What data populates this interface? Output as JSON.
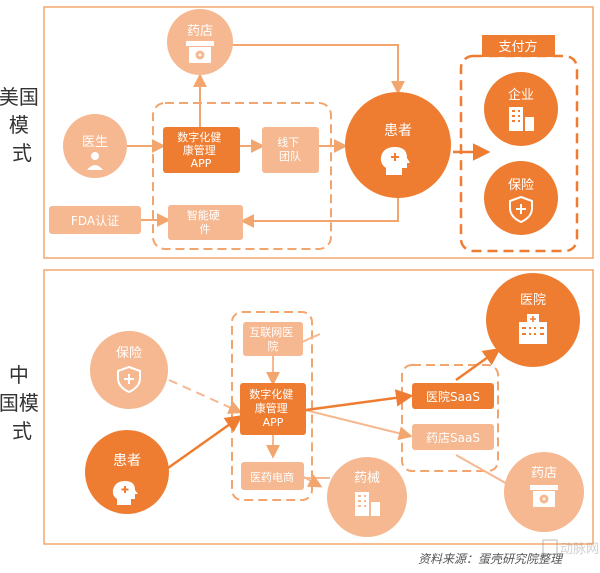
{
  "us": {
    "title_lines": [
      "美国",
      "模",
      "式"
    ],
    "pharmacy": "药店",
    "doctor": "医生",
    "app_lines": [
      "数字化健",
      "康管理",
      "APP"
    ],
    "offline_lines": [
      "线下",
      "团队"
    ],
    "fda": "FDA认证",
    "hardware_lines": [
      "智能硬",
      "件"
    ],
    "patient": "患者",
    "payer_title": "支付方",
    "enterprise": "企业",
    "insurance": "保险"
  },
  "cn": {
    "title_lines": [
      "中",
      "国模",
      "式"
    ],
    "insurance": "保险",
    "patient": "患者",
    "internet_hospital_lines": [
      "互联网医",
      "院"
    ],
    "app_lines": [
      "数字化健",
      "康管理",
      "APP"
    ],
    "ecommerce": "医药电商",
    "devices": "药械",
    "hospital_saas": "医院SaaS",
    "pharmacy_saas": "药店SaaS",
    "hospital": "医院",
    "pharmacy": "药店"
  },
  "source": "资料来源：蛋壳研究院整理",
  "watermark": "动脉网",
  "colors": {
    "frame": "#f3a56e",
    "light": "#f5b890",
    "dark": "#ee7d32",
    "white": "#ffffff",
    "text": "#333333"
  }
}
